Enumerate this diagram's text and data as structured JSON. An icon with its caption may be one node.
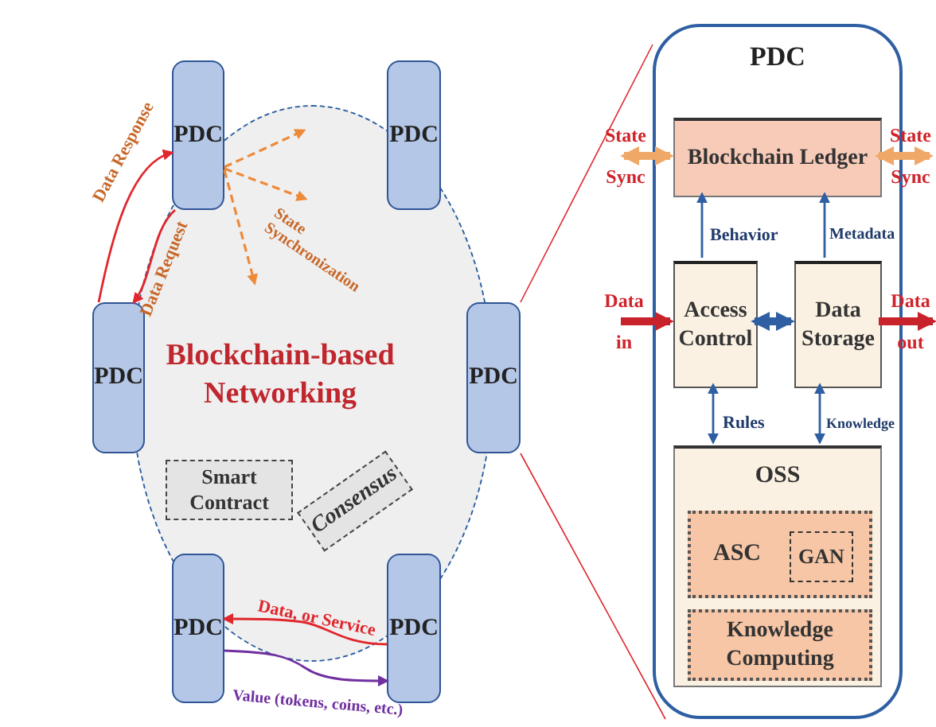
{
  "diagram": {
    "nodes": [
      {
        "text": [
          "PDC"
        ]
      },
      {
        "text": [
          "PDC"
        ]
      },
      {
        "text": [
          "PDC"
        ]
      },
      {
        "text": [
          "PDC"
        ]
      },
      {
        "text": [
          "PDC"
        ]
      },
      {
        "text": [
          "PDC"
        ]
      },
      {
        "text": [
          "Blockchain-based Networking"
        ]
      },
      {
        "text": [
          "Smart Contract"
        ],
        "in": 6
      },
      {
        "text": [
          "Consensus"
        ],
        "in": 6
      },
      {
        "text": [
          "PDC"
        ]
      },
      {
        "text": [
          "Blockchain Ledger"
        ],
        "in": 9
      },
      {
        "text": [
          "Access Control"
        ],
        "in": 9
      },
      {
        "text": [
          "Data Storage"
        ],
        "in": 9
      },
      {
        "text": [
          "OSS"
        ],
        "in": 9
      },
      {
        "text": [
          "ASC"
        ],
        "in": 13
      },
      {
        "text": [
          "GAN"
        ],
        "in": 14
      },
      {
        "text": [
          "Knowledge Computing"
        ],
        "in": 13
      }
    ],
    "edges": [
      {
        "from": 2,
        "to": 0,
        "arrow": "to",
        "label": "Data Response",
        "color": "#e0272d"
      },
      {
        "from": 0,
        "to": 2,
        "arrow": "to",
        "label": "Data Request",
        "color": "#e0272d"
      },
      {
        "from": 0,
        "to": 6,
        "arrow": "to",
        "style": "dashed",
        "color": "#ed8a3a"
      },
      {
        "from": 0,
        "to": null,
        "arrow": "to",
        "style": "dashed",
        "color": "#ed8a3a",
        "label": "State Synchronization"
      },
      {
        "from": 0,
        "to": null,
        "arrow": "to",
        "style": "dashed",
        "color": "#ed8a3a"
      },
      {
        "from": 5,
        "to": 4,
        "arrow": "to",
        "label": "Data, or Service",
        "color": "#e0272d"
      },
      {
        "from": 4,
        "to": 5,
        "arrow": "to",
        "label": "Value (tokens, coins, etc.)",
        "color": "#7030a0"
      },
      {
        "from": 3,
        "to": 9,
        "arrow": "none",
        "color": "#e0272d"
      },
      {
        "from": 3,
        "to": 9,
        "arrow": "none",
        "color": "#e0272d"
      },
      {
        "from": null,
        "to": 10,
        "arrow": "both",
        "style": "thick",
        "color": "#f0a868",
        "label": "State Sync"
      },
      {
        "from": 10,
        "to": null,
        "arrow": "both",
        "style": "thick",
        "color": "#f0a868",
        "label": "State Sync"
      },
      {
        "from": 11,
        "to": 10,
        "arrow": "to",
        "label": "Behavior",
        "color": "#2e5fa3"
      },
      {
        "from": 12,
        "to": 10,
        "arrow": "to",
        "label": "Metadata",
        "color": "#2e5fa3"
      },
      {
        "from": 11,
        "to": 12,
        "arrow": "both",
        "style": "thick",
        "color": "#2e5fa3"
      },
      {
        "from": null,
        "to": 11,
        "arrow": "to",
        "style": "thick",
        "color": "#c8232a",
        "label": "Data in"
      },
      {
        "from": 12,
        "to": null,
        "arrow": "to",
        "style": "thick",
        "color": "#c8232a",
        "label": "Data out"
      },
      {
        "from": 11,
        "to": 13,
        "arrow": "both",
        "label": "Rules",
        "color": "#2e5fa3"
      },
      {
        "from": 12,
        "to": 13,
        "arrow": "both",
        "label": "Knowledge",
        "color": "#2e5fa3"
      }
    ]
  }
}
